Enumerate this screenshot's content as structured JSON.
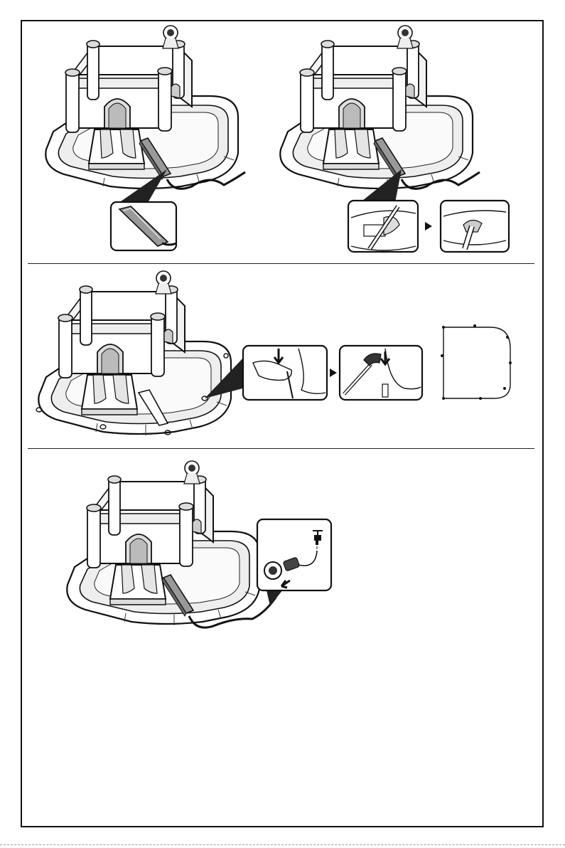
{
  "page": {
    "sections": [
      {
        "id": "step-1",
        "content": "pool-hose-attach-illustration"
      },
      {
        "id": "step-2",
        "content": "stake-anchoring-illustration"
      },
      {
        "id": "step-3",
        "content": "water-faucet-connection-illustration"
      }
    ]
  },
  "icons": {
    "arrow": "arrow-right-icon",
    "faucet": "faucet-icon",
    "hammer": "hammer-icon"
  },
  "colors": {
    "line": "#111111",
    "fill": "#ffffff",
    "inner": "#e8e8e8",
    "shade": "#cfcfcf"
  }
}
